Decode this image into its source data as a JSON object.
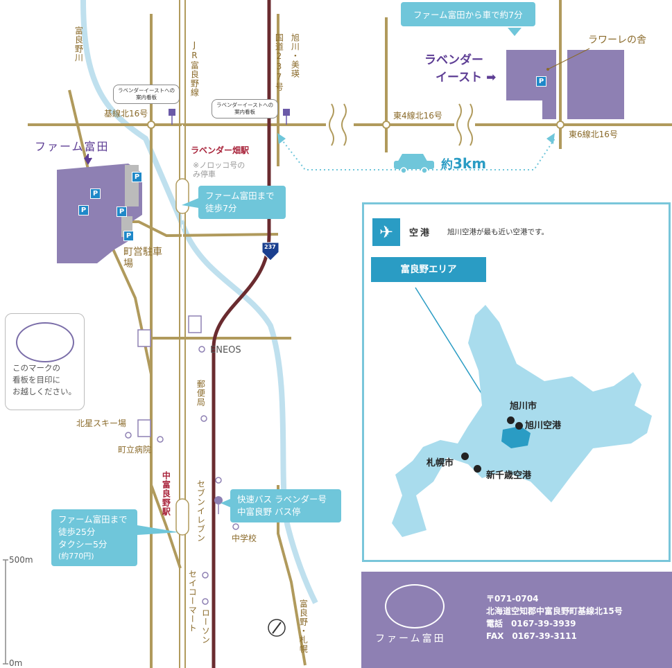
{
  "roads": {
    "kisen_kita16": "基線北16号",
    "higashi4_kita16": "東4線北16号",
    "higashi6_kita16": "東6線北16号",
    "route237": "国道237号",
    "route237_badge": "237",
    "to_asahikawa": "旭川・美瑛",
    "to_sapporo": "富良野・札幌",
    "jr_line": "JR富良野線",
    "river": "富良野川"
  },
  "stations": {
    "lavender_batake": "ラベンダー畑駅",
    "norokko_note": "※ノロッコ号のみ停車",
    "naka_furano": "中富良野駅"
  },
  "places": {
    "farm_tomita": "ファーム富田",
    "lavender_east": "ラベンダー・イースト",
    "lavender_east_line1": "ラベンダー",
    "lavender_east_line2": "イースト",
    "lawaure": "ラワーレの舎",
    "town_parking": "町営駐車場",
    "eneos": "ENEOS",
    "post_office": "郵便局",
    "kitaboshi_ski": "北星スキー場",
    "town_hospital": "町立病院",
    "seven_eleven": "セブンイレブン",
    "junior_high": "中学校",
    "seicomart": "セイコーマート",
    "lawson": "ローソン"
  },
  "signs": {
    "lavender_east_sign_line1": "ラベンダーイーストへの",
    "lavender_east_sign_line2": "案内看板",
    "parking": "P"
  },
  "callouts": {
    "drive": "ファーム富田から車で約7分",
    "walk7_line1": "ファーム富田まで",
    "walk7_line2": "徒歩7分",
    "naka_line1": "ファーム富田まで",
    "naka_line2": "徒歩25分",
    "naka_line3": "タクシー5分",
    "naka_line4": "(約770円)",
    "bus_line1": "快速バス ラベンダー号",
    "bus_line2": "中富良野 バス停",
    "distance_prefix": "約",
    "distance_value": "3km"
  },
  "mark_notice": {
    "line1": "このマークの",
    "line2": "看板を目印に",
    "line3": "お越しください。"
  },
  "scale": {
    "top": "500m",
    "bottom": "0m"
  },
  "airport_panel": {
    "icon": "airplane-icon",
    "label": "空港",
    "note": "旭川空港が最も近い空港です。",
    "area_tab": "富良野エリア",
    "asahikawa_city": "旭川市",
    "asahikawa_airport": "旭川空港",
    "sapporo_city": "札幌市",
    "new_chitose": "新千歳空港"
  },
  "contact": {
    "postal": "〒071-0704",
    "address": "北海道空知郡中富良野町基線北15号",
    "tel": "電話　0167-39-3939",
    "fax": "FAX　0167-39-3111",
    "brand": "ファーム富田"
  },
  "colors": {
    "road": "#b09a5c",
    "route237": "#6a2b2f",
    "river": "#bfe0ee",
    "farm": "#8e80b3",
    "callout": "#6fc6da",
    "accent_blue": "#2a9cc4",
    "hokkaido": "#a9dced",
    "furano_area": "#2a9cc4"
  }
}
